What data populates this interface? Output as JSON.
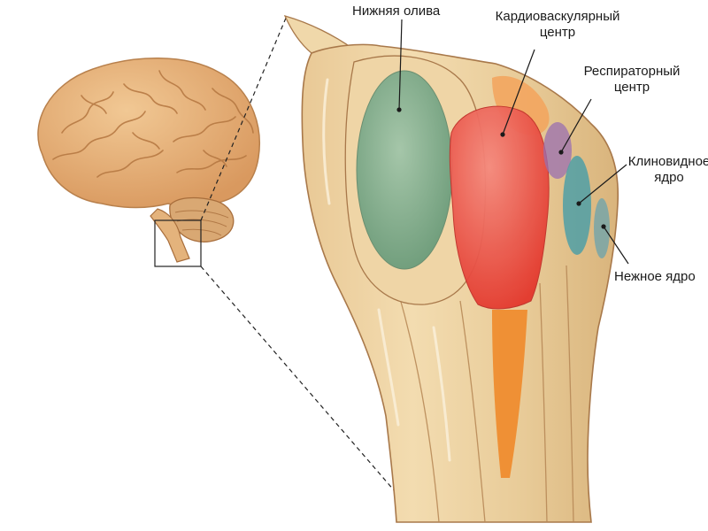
{
  "labels": {
    "inferior_olive": "Нижняя олива",
    "cardiovascular_line1": "Кардиоваскулярный",
    "cardiovascular_line2": "центр",
    "respiratory_line1": "Респираторный",
    "respiratory_line2": "центр",
    "cuneate_line1": "Клиновидное",
    "cuneate_line2": "ядро",
    "gracile": "Нежное ядро"
  },
  "colors": {
    "inferior_olive": "#7fa98a",
    "cardiovascular": "#e8453a",
    "respiratory": "#9a6fb0",
    "cuneate": "#4f9fa6",
    "gracile": "#6aa3ad",
    "spinal_tract": "#f08a2a",
    "brain": "#e7b37e",
    "medulla": "#edd3a4"
  }
}
